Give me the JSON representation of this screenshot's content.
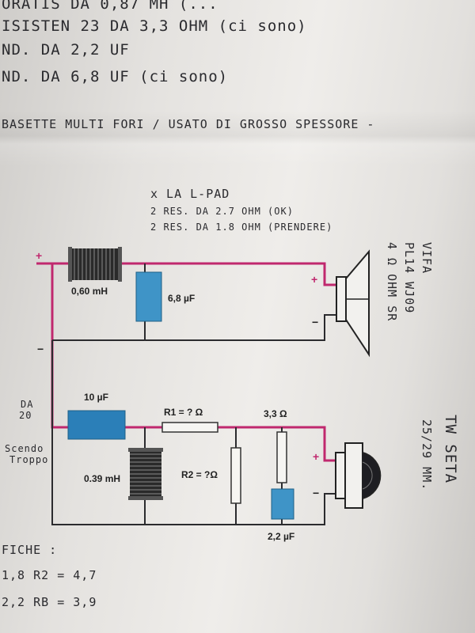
{
  "notes": {
    "line1": "ORATIS DA 0,87 MH (...",
    "line2": "ISISTEN 23 DA 3,3 OHM (ci sono)",
    "line3": "ND. DA 2,2 UF",
    "line4": "ND. DA 6,8 UF (ci sono)",
    "line5": "BASETTE MULTI FORI / USATO DI GROSSO SPESSORE -",
    "lpad_title": "x LA L-PAD",
    "lpad_line1": "2 RES. DA 2.7 OHM (OK)",
    "lpad_line2": "2 RES. DA 1.8 OHM (PRENDERE)",
    "woofer_note_1": "VIFA",
    "woofer_note_2": "PL14 WJ09",
    "woofer_note_3": "4 Ω OHM SR",
    "tweeter_note_1": "TW SETA",
    "tweeter_note_2": "25/29 MM.",
    "side_note_1": "DA",
    "side_note_2": "20",
    "side_note_3": "Scendo",
    "side_note_4": "Troppo",
    "bottom_1": "FICHE :",
    "bottom_2": "1,8 R2 = 4,7",
    "bottom_3": "2,2 RB = 3,9"
  },
  "schematic": {
    "inductor_top": "0,60 mH",
    "cap_top": "6,8 µF",
    "cap_tweeter": "10 µF",
    "r1": "R1 = ? Ω",
    "r3": "3,3 Ω",
    "inductor_bottom": "0.39 mH",
    "r2": "R2 = ?Ω",
    "cap_bottom": "2,2 µF",
    "plus": "+",
    "minus": "−"
  },
  "colors": {
    "wire_pink": "#c0286e",
    "wire_dark": "#2b2b2e",
    "cap_blue": "#3f94c7",
    "cap_blue_dark": "#2b7fb8"
  }
}
